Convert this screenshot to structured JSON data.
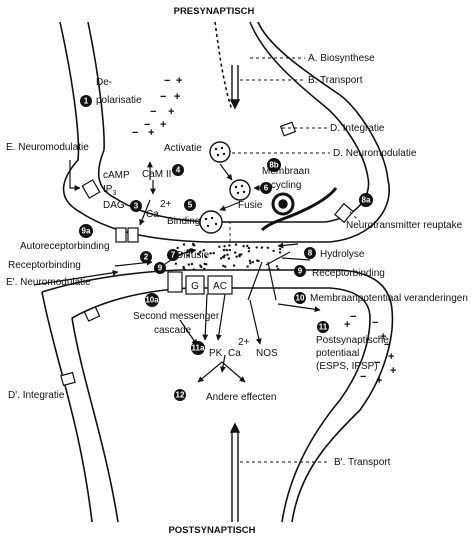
{
  "header": {
    "top": "PRESYNAPTISCH",
    "bottom": "POSTSYNAPTISCH"
  },
  "labels": {
    "A": "A. Biosynthese",
    "B": "B. Transport",
    "D": "D. Integratie",
    "Dn": "D. Neuromodulatie",
    "E": "E. Neuromodulatie",
    "Ep": "E'. Neuromodulatie",
    "Dp": "D'. Integratie",
    "Bp": "B'. Transport",
    "depol1": "De-",
    "depol2": "polarisatie",
    "camp": "cAMP",
    "ip3": "IP",
    "ip3sub": "3",
    "dag": "DAG",
    "camii": "CaM II",
    "ca": "Ca",
    "ca_sup": "2+",
    "activatie": "Activatie",
    "binding": "Binding",
    "fusie": "Fusie",
    "membraan1": "Membraan",
    "membraan2": "recycling",
    "reuptake": "Neurotransmitter reuptake",
    "autoreceptor": "Autoreceptorbinding",
    "diffusie": "Diffusie",
    "hydrolyse": "Hydrolyse",
    "receptorbinding_l": "Receptorbinding",
    "receptorbinding_r": "Receptorbinding",
    "g": "G",
    "ac": "AC",
    "membraanpot": "Membraanpotentiaal veranderingen",
    "second1": "Second messenger",
    "second2": "cascade",
    "pk": "PK",
    "ca2": "Ca",
    "ca2_sup": "2+",
    "nos": "NOS",
    "postsyn1": "Postsynaptische",
    "postsyn2": "potentiaal",
    "postsyn3": "(ESPS, IPSP)",
    "andere": "Andere effecten"
  },
  "badges": [
    "1",
    "2",
    "3",
    "4",
    "5",
    "6",
    "7",
    "8",
    "8a",
    "8b",
    "9",
    "9",
    "9a",
    "10",
    "10a",
    "11",
    "11a",
    "12"
  ],
  "signs": {
    "minus": "−",
    "plus": "+"
  },
  "colors": {
    "ink": "#111111",
    "background": "#ffffff"
  }
}
